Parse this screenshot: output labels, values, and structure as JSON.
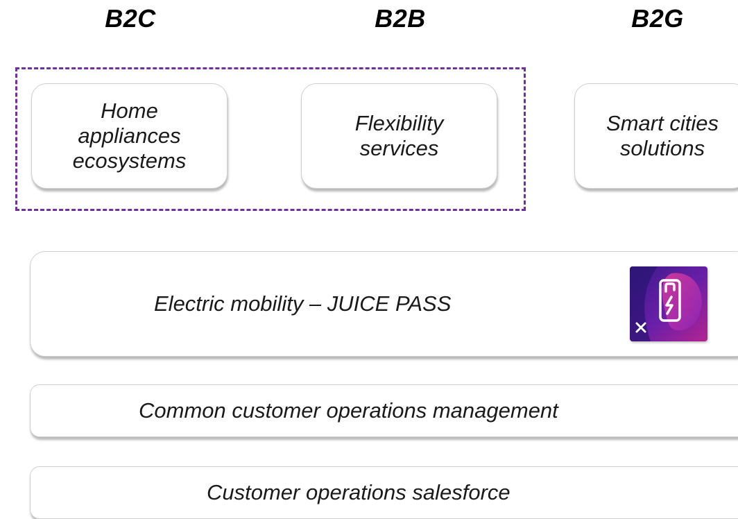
{
  "segments": {
    "b2c": "B2C",
    "b2b": "B2B",
    "b2g": "B2G"
  },
  "offerings": {
    "home_appliances": [
      "Home",
      "appliances",
      "ecosystems"
    ],
    "flexibility": [
      "Flexibility",
      "services"
    ],
    "smart_cities": [
      "Smart cities",
      "solutions"
    ]
  },
  "platforms": {
    "electric_mobility": "Electric mobility – JUICE PASS",
    "common_ops": "Common customer operations management",
    "salesforce": "Customer operations salesforce"
  },
  "icons": {
    "app_logo": "juice-pass-app-icon"
  },
  "colors": {
    "dashed_border": "#7030a0",
    "logo_purple": "#5a1fa0",
    "logo_magenta": "#d0248f"
  }
}
